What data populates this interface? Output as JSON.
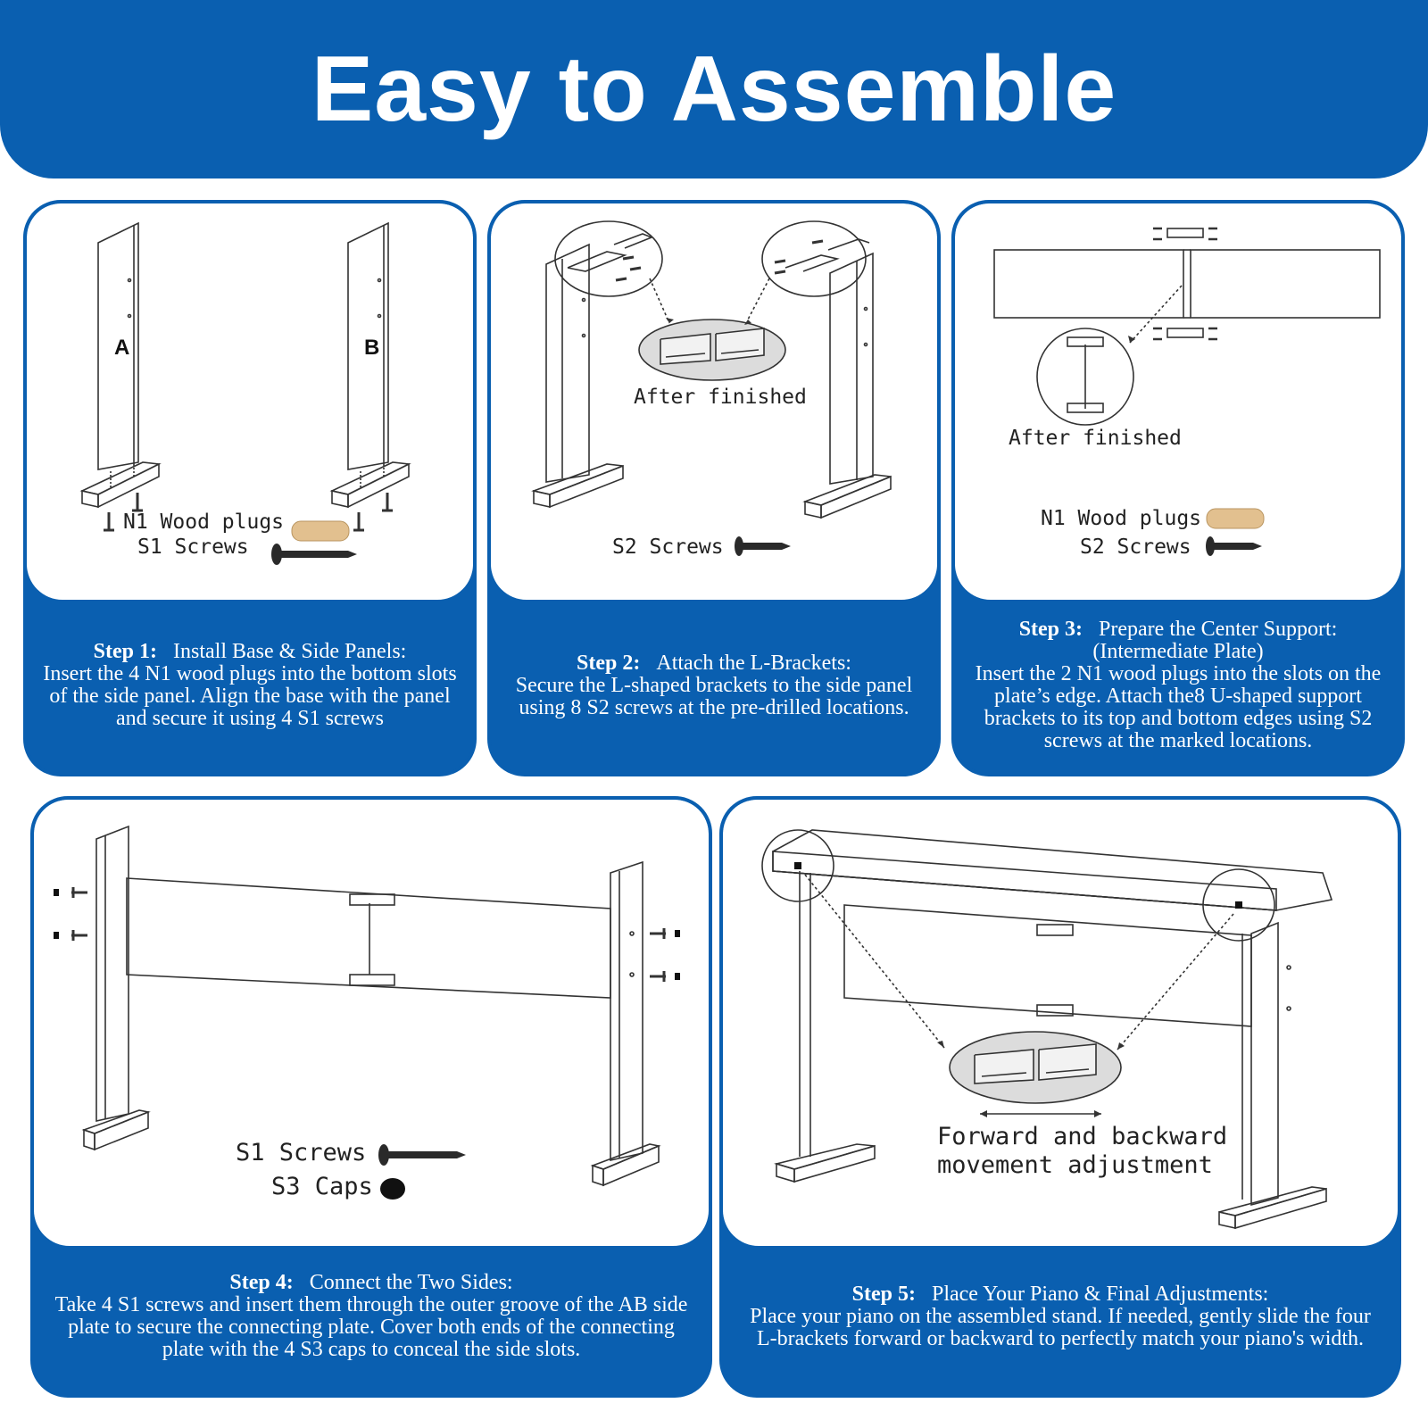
{
  "title": "Easy to Assemble",
  "colors": {
    "brand_blue": "#0a5fb0",
    "wood": "#e2c08f",
    "screw": "#2a2a2a"
  },
  "steps": [
    {
      "step_label": "Step 1:",
      "heading": "Install Base & Side Panels:",
      "body": "Insert the 4 N1 wood plugs into the bottom slots of the side panel. Align the base with the panel and secure it using 4 S1 screws",
      "panel_a": "A",
      "panel_b": "B",
      "parts": [
        "N1 Wood plugs",
        "S1 Screws"
      ]
    },
    {
      "step_label": "Step 2:",
      "heading": "Attach the L-Brackets:",
      "body": "Secure the L-shaped brackets to the side panel  using 8 S2 screws at the pre-drilled locations.",
      "callout": "After finished",
      "parts": [
        "S2 Screws"
      ]
    },
    {
      "step_label": "Step 3:",
      "heading": "Prepare the Center Support:",
      "subheading": "(Intermediate Plate)",
      "body": "Insert the 2 N1 wood plugs into the slots on the plate’s edge. Attach the8 U-shaped support brackets to its top and bottom edges using S2 screws at the marked locations.",
      "callout": "After finished",
      "parts": [
        "N1 Wood plugs",
        "S2 Screws"
      ]
    },
    {
      "step_label": "Step 4:",
      "heading": "Connect the Two Sides:",
      "body": "Take 4 S1 screws and insert them through the outer groove of the AB side plate to secure the connecting plate. Cover both ends of the connecting plate with the 4 S3 caps to conceal the side slots.",
      "parts": [
        "S1 Screws",
        "S3 Caps"
      ]
    },
    {
      "step_label": "Step 5:",
      "heading": "Place Your Piano & Final Adjustments:",
      "body": "Place your piano on the assembled stand. If needed, gently slide the four L-brackets forward or backward to perfectly match your piano's width.",
      "callout_line1": "Forward and backward",
      "callout_line2": "movement adjustment"
    }
  ]
}
